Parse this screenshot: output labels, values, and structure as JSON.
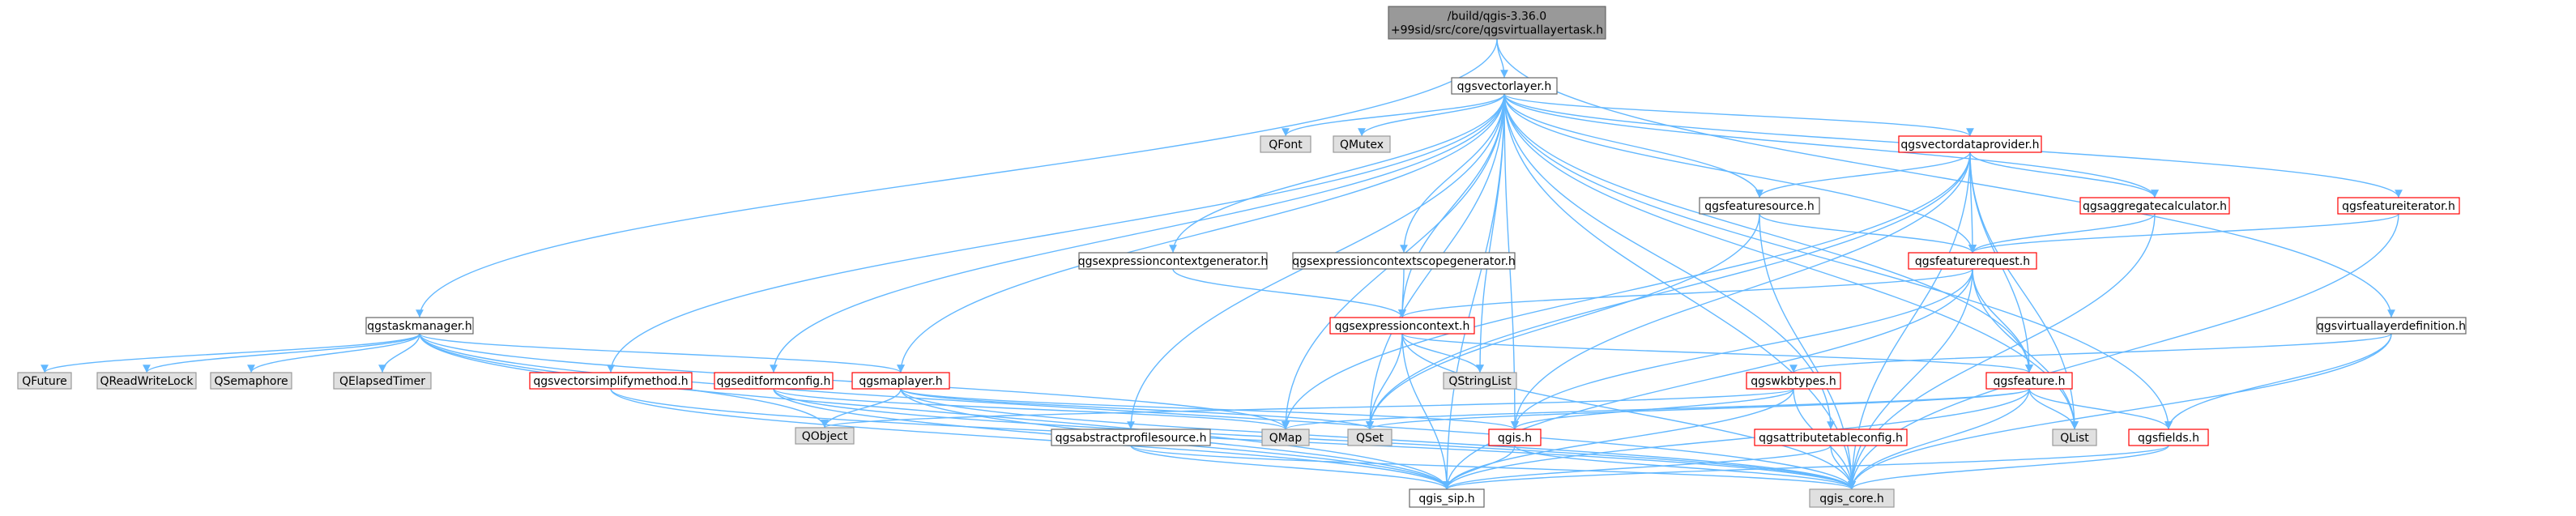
{
  "colors": {
    "edge": "#63b8ff",
    "root_fill": "#999999",
    "root_border": "#666666",
    "doc_border": "#666666",
    "red_border": "#ff0000",
    "ext_fill": "#e0e0e0",
    "ext_border": "#999999",
    "text": "#000000"
  },
  "nodes": [
    {
      "id": "root",
      "kind": "root",
      "lines": [
        "/build/qgis-3.36.0",
        "+99sid/src/core/qgsvirtuallayertask.h"
      ]
    },
    {
      "id": "qgsvectorlayer",
      "kind": "doc",
      "lines": [
        "qgsvectorlayer.h"
      ]
    },
    {
      "id": "qgstaskmanager",
      "kind": "doc",
      "lines": [
        "qgstaskmanager.h"
      ]
    },
    {
      "id": "qgsvirtuallayerdefinition",
      "kind": "doc",
      "lines": [
        "qgsvirtuallayerdefinition.h"
      ]
    },
    {
      "id": "QFont",
      "kind": "ext",
      "lines": [
        "QFont"
      ]
    },
    {
      "id": "QMutex",
      "kind": "ext",
      "lines": [
        "QMutex"
      ]
    },
    {
      "id": "qgsvectordataprovider",
      "kind": "red",
      "lines": [
        "qgsvectordataprovider.h"
      ]
    },
    {
      "id": "qgsfeaturesource",
      "kind": "doc",
      "lines": [
        "qgsfeaturesource.h"
      ]
    },
    {
      "id": "qgsaggregatecalculator",
      "kind": "red",
      "lines": [
        "qgsaggregatecalculator.h"
      ]
    },
    {
      "id": "qgsfeatureiterator",
      "kind": "red",
      "lines": [
        "qgsfeatureiterator.h"
      ]
    },
    {
      "id": "qgsfeaturerequest",
      "kind": "red",
      "lines": [
        "qgsfeaturerequest.h"
      ]
    },
    {
      "id": "qgsexpressioncontextgenerator",
      "kind": "doc",
      "lines": [
        "qgsexpressioncontextgenerator.h"
      ]
    },
    {
      "id": "qgsexpressioncontextscopegenerator",
      "kind": "doc",
      "lines": [
        "qgsexpressioncontextscopegenerator.h"
      ]
    },
    {
      "id": "qgsexpressioncontext",
      "kind": "red",
      "lines": [
        "qgsexpressioncontext.h"
      ]
    },
    {
      "id": "QFuture",
      "kind": "ext",
      "lines": [
        "QFuture"
      ]
    },
    {
      "id": "QReadWriteLock",
      "kind": "ext",
      "lines": [
        "QReadWriteLock"
      ]
    },
    {
      "id": "QSemaphore",
      "kind": "ext",
      "lines": [
        "QSemaphore"
      ]
    },
    {
      "id": "QElapsedTimer",
      "kind": "ext",
      "lines": [
        "QElapsedTimer"
      ]
    },
    {
      "id": "qgsvectorsimplifymethod",
      "kind": "red",
      "lines": [
        "qgsvectorsimplifymethod.h"
      ]
    },
    {
      "id": "qgseditformconfig",
      "kind": "red",
      "lines": [
        "qgseditformconfig.h"
      ]
    },
    {
      "id": "qgsmaplayer",
      "kind": "red",
      "lines": [
        "qgsmaplayer.h"
      ]
    },
    {
      "id": "QStringList",
      "kind": "ext",
      "lines": [
        "QStringList"
      ]
    },
    {
      "id": "qgswkbtypes",
      "kind": "red",
      "lines": [
        "qgswkbtypes.h"
      ]
    },
    {
      "id": "qgsfeature",
      "kind": "red",
      "lines": [
        "qgsfeature.h"
      ]
    },
    {
      "id": "QObject",
      "kind": "ext",
      "lines": [
        "QObject"
      ]
    },
    {
      "id": "QMap",
      "kind": "ext",
      "lines": [
        "QMap"
      ]
    },
    {
      "id": "QSet",
      "kind": "ext",
      "lines": [
        "QSet"
      ]
    },
    {
      "id": "qgsabstractprofilesource",
      "kind": "doc",
      "lines": [
        "qgsabstractprofilesource.h"
      ]
    },
    {
      "id": "qgis",
      "kind": "red",
      "lines": [
        "qgis.h"
      ]
    },
    {
      "id": "qgsattributetableconfig",
      "kind": "red",
      "lines": [
        "qgsattributetableconfig.h"
      ]
    },
    {
      "id": "QList",
      "kind": "ext",
      "lines": [
        "QList"
      ]
    },
    {
      "id": "qgsfields",
      "kind": "red",
      "lines": [
        "qgsfields.h"
      ]
    },
    {
      "id": "qgis_sip",
      "kind": "doc",
      "lines": [
        "qgis_sip.h"
      ]
    },
    {
      "id": "qgis_core",
      "kind": "ext",
      "lines": [
        "qgis_core.h"
      ]
    }
  ],
  "edges": [
    [
      "root",
      "qgsvectorlayer"
    ],
    [
      "root",
      "qgstaskmanager"
    ],
    [
      "root",
      "qgsvirtuallayerdefinition"
    ],
    [
      "qgsvectorlayer",
      "QFont"
    ],
    [
      "qgsvectorlayer",
      "QMutex"
    ],
    [
      "qgsvectorlayer",
      "qgsvectordataprovider"
    ],
    [
      "qgsvectorlayer",
      "qgsfeaturesource"
    ],
    [
      "qgsvectorlayer",
      "qgsaggregatecalculator"
    ],
    [
      "qgsvectorlayer",
      "qgsfeatureiterator"
    ],
    [
      "qgsvectorlayer",
      "qgsfeaturerequest"
    ],
    [
      "qgsvectorlayer",
      "qgsexpressioncontextgenerator"
    ],
    [
      "qgsvectorlayer",
      "qgsexpressioncontextscopegenerator"
    ],
    [
      "qgsvectorlayer",
      "qgsexpressioncontext"
    ],
    [
      "qgsvectorlayer",
      "qgsvectorsimplifymethod"
    ],
    [
      "qgsvectorlayer",
      "qgseditformconfig"
    ],
    [
      "qgsvectorlayer",
      "qgsmaplayer"
    ],
    [
      "qgsvectorlayer",
      "QStringList"
    ],
    [
      "qgsvectorlayer",
      "qgsfeature"
    ],
    [
      "qgsvectorlayer",
      "QMap"
    ],
    [
      "qgsvectorlayer",
      "QSet"
    ],
    [
      "qgsvectorlayer",
      "qgsabstractprofilesource"
    ],
    [
      "qgsvectorlayer",
      "qgis"
    ],
    [
      "qgsvectorlayer",
      "qgsattributetableconfig"
    ],
    [
      "qgsvectorlayer",
      "QList"
    ],
    [
      "qgsvectorlayer",
      "qgsfields"
    ],
    [
      "qgsvectorlayer",
      "qgis_sip"
    ],
    [
      "qgsvectorlayer",
      "qgis_core"
    ],
    [
      "qgstaskmanager",
      "QFuture"
    ],
    [
      "qgstaskmanager",
      "QReadWriteLock"
    ],
    [
      "qgstaskmanager",
      "QSemaphore"
    ],
    [
      "qgstaskmanager",
      "QElapsedTimer"
    ],
    [
      "qgstaskmanager",
      "QObject"
    ],
    [
      "qgstaskmanager",
      "QMap"
    ],
    [
      "qgstaskmanager",
      "qgsmaplayer"
    ],
    [
      "qgstaskmanager",
      "qgis_sip"
    ],
    [
      "qgstaskmanager",
      "qgis_core"
    ],
    [
      "qgsvirtuallayerdefinition",
      "qgswkbtypes"
    ],
    [
      "qgsvirtuallayerdefinition",
      "qgsfields"
    ],
    [
      "qgsvirtuallayerdefinition",
      "qgis_core"
    ],
    [
      "qgsvectordataprovider",
      "qgsfeaturesource"
    ],
    [
      "qgsvectordataprovider",
      "qgsaggregatecalculator"
    ],
    [
      "qgsvectordataprovider",
      "qgsfeaturerequest"
    ],
    [
      "qgsvectordataprovider",
      "qgsfeature"
    ],
    [
      "qgsvectordataprovider",
      "QList"
    ],
    [
      "qgsvectordataprovider",
      "QMap"
    ],
    [
      "qgsvectordataprovider",
      "QSet"
    ],
    [
      "qgsvectordataprovider",
      "qgis_core"
    ],
    [
      "qgsvectordataprovider",
      "qgis"
    ],
    [
      "qgsfeaturesource",
      "qgsfeaturerequest"
    ],
    [
      "qgsfeaturesource",
      "qgis_core"
    ],
    [
      "qgsfeaturesource",
      "QSet"
    ],
    [
      "qgsaggregatecalculator",
      "qgsfeaturerequest"
    ],
    [
      "qgsaggregatecalculator",
      "qgis_core"
    ],
    [
      "qgsfeatureiterator",
      "qgsfeaturerequest"
    ],
    [
      "qgsfeatureiterator",
      "qgis_core"
    ],
    [
      "qgsfeaturerequest",
      "qgsexpressioncontext"
    ],
    [
      "qgsfeaturerequest",
      "qgsfeature"
    ],
    [
      "qgsfeaturerequest",
      "QList"
    ],
    [
      "qgsfeaturerequest",
      "qgis_core"
    ],
    [
      "qgsfeaturerequest",
      "qgis_sip"
    ],
    [
      "qgsfeaturerequest",
      "qgis"
    ],
    [
      "qgsexpressioncontextgenerator",
      "qgsexpressioncontext"
    ],
    [
      "qgsexpressioncontextscopegenerator",
      "qgsexpressioncontext"
    ],
    [
      "qgsexpressioncontext",
      "QStringList"
    ],
    [
      "qgsexpressioncontext",
      "QSet"
    ],
    [
      "qgsexpressioncontext",
      "qgsfeature"
    ],
    [
      "qgsexpressioncontext",
      "qgis_core"
    ],
    [
      "qgsexpressioncontext",
      "qgis_sip"
    ],
    [
      "qgsvectorsimplifymethod",
      "qgis_core"
    ],
    [
      "qgsvectorsimplifymethod",
      "qgis_sip"
    ],
    [
      "qgseditformconfig",
      "QMap"
    ],
    [
      "qgseditformconfig",
      "qgis_core"
    ],
    [
      "qgseditformconfig",
      "qgis_sip"
    ],
    [
      "qgsmaplayer",
      "QObject"
    ],
    [
      "qgsmaplayer",
      "qgis"
    ],
    [
      "qgsmaplayer",
      "qgis_core"
    ],
    [
      "qgsmaplayer",
      "qgis_sip"
    ],
    [
      "qgsmaplayer",
      "QSet"
    ],
    [
      "qgswkbtypes",
      "QObject"
    ],
    [
      "qgswkbtypes",
      "qgis"
    ],
    [
      "qgswkbtypes",
      "qgis_core"
    ],
    [
      "qgswkbtypes",
      "qgis_sip"
    ],
    [
      "qgsfeature",
      "QMap"
    ],
    [
      "qgsfeature",
      "QList"
    ],
    [
      "qgsfeature",
      "qgsfields"
    ],
    [
      "qgsfeature",
      "qgis_core"
    ],
    [
      "qgsfeature",
      "qgis_sip"
    ],
    [
      "qgsfeature",
      "QSet"
    ],
    [
      "qgsabstractprofilesource",
      "qgis_sip"
    ],
    [
      "qgsabstractprofilesource",
      "qgis_core"
    ],
    [
      "qgis",
      "qgis_sip"
    ],
    [
      "qgis",
      "qgis_core"
    ],
    [
      "qgsattributetableconfig",
      "qgis_core"
    ],
    [
      "qgsattributetableconfig",
      "qgis_sip"
    ],
    [
      "qgsfields",
      "qgis_core"
    ],
    [
      "qgsfields",
      "qgis_sip"
    ]
  ]
}
